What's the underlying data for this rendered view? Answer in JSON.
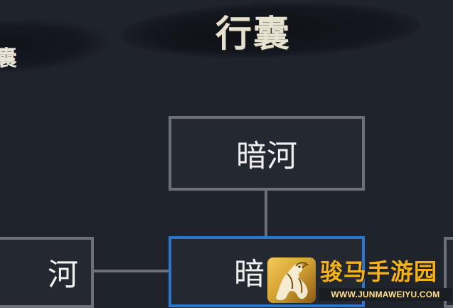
{
  "title": "行囊",
  "left_fragment": "囊",
  "nodes": {
    "top": "暗河",
    "left": "河",
    "selected": "暗"
  },
  "watermark": {
    "name": "骏马手游园",
    "url": "WWW.JUNMAWEIYU.COM"
  },
  "colors": {
    "background": "#1f232b",
    "node_border": "#6d7076",
    "selected_border": "#2e76c8",
    "title_text": "#e7e1d0",
    "watermark_name": "#f0b21e",
    "watermark_url": "#ffe08a"
  },
  "icons": {
    "watermark_logo": "horse-logo-icon"
  }
}
